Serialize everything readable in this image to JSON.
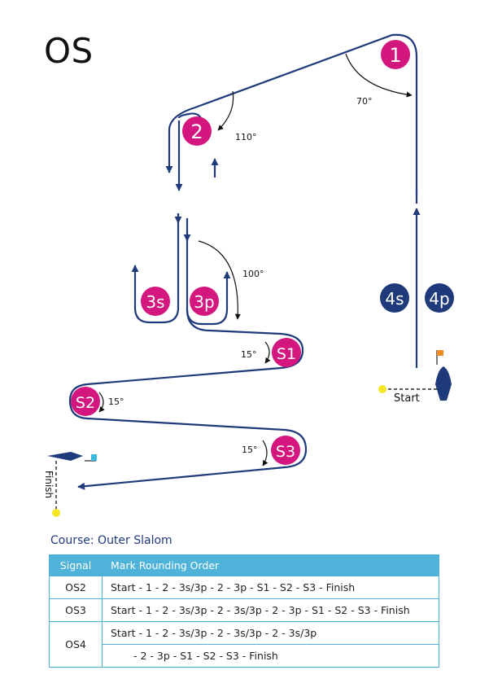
{
  "title": "OS",
  "marks": {
    "m1": "1",
    "m2": "2",
    "m3s": "3s",
    "m3p": "3p",
    "m4s": "4s",
    "m4p": "4p",
    "s1": "S1",
    "s2": "S2",
    "s3": "S3"
  },
  "angles": {
    "a70": "70°",
    "a110": "110°",
    "a100": "100°",
    "a15_s1": "15°",
    "a15_s2": "15°",
    "a15_s3": "15°"
  },
  "labels": {
    "start": "Start",
    "finish": "Finish"
  },
  "colors": {
    "course_line": "#1f3a7a",
    "mark_magenta": "#d4177e",
    "mark_navy": "#1f3a7a",
    "table_header": "#4fb3d9",
    "start_flag": "#f08a24",
    "finish_flag": "#3fb8e0",
    "start_finish_dot": "#f5e625"
  },
  "course": {
    "title": "Course: Outer Slalom",
    "header_signal": "Signal",
    "header_order": "Mark Rounding Order",
    "rows": [
      {
        "signal": "OS2",
        "order": "Start - 1 - 2 - 3s/3p - 2 - 3p - S1 - S2 - S3 - Finish"
      },
      {
        "signal": "OS3",
        "order": "Start - 1 - 2 - 3s/3p - 2 - 3s/3p - 2 - 3p - S1 - S2 - S3 - Finish"
      },
      {
        "signal": "OS4",
        "order_line1": "Start - 1 - 2 - 3s/3p - 2 - 3s/3p - 2 - 3s/3p",
        "order_line2": "- 2 - 3p - S1 - S2 - S3 - Finish"
      }
    ]
  }
}
